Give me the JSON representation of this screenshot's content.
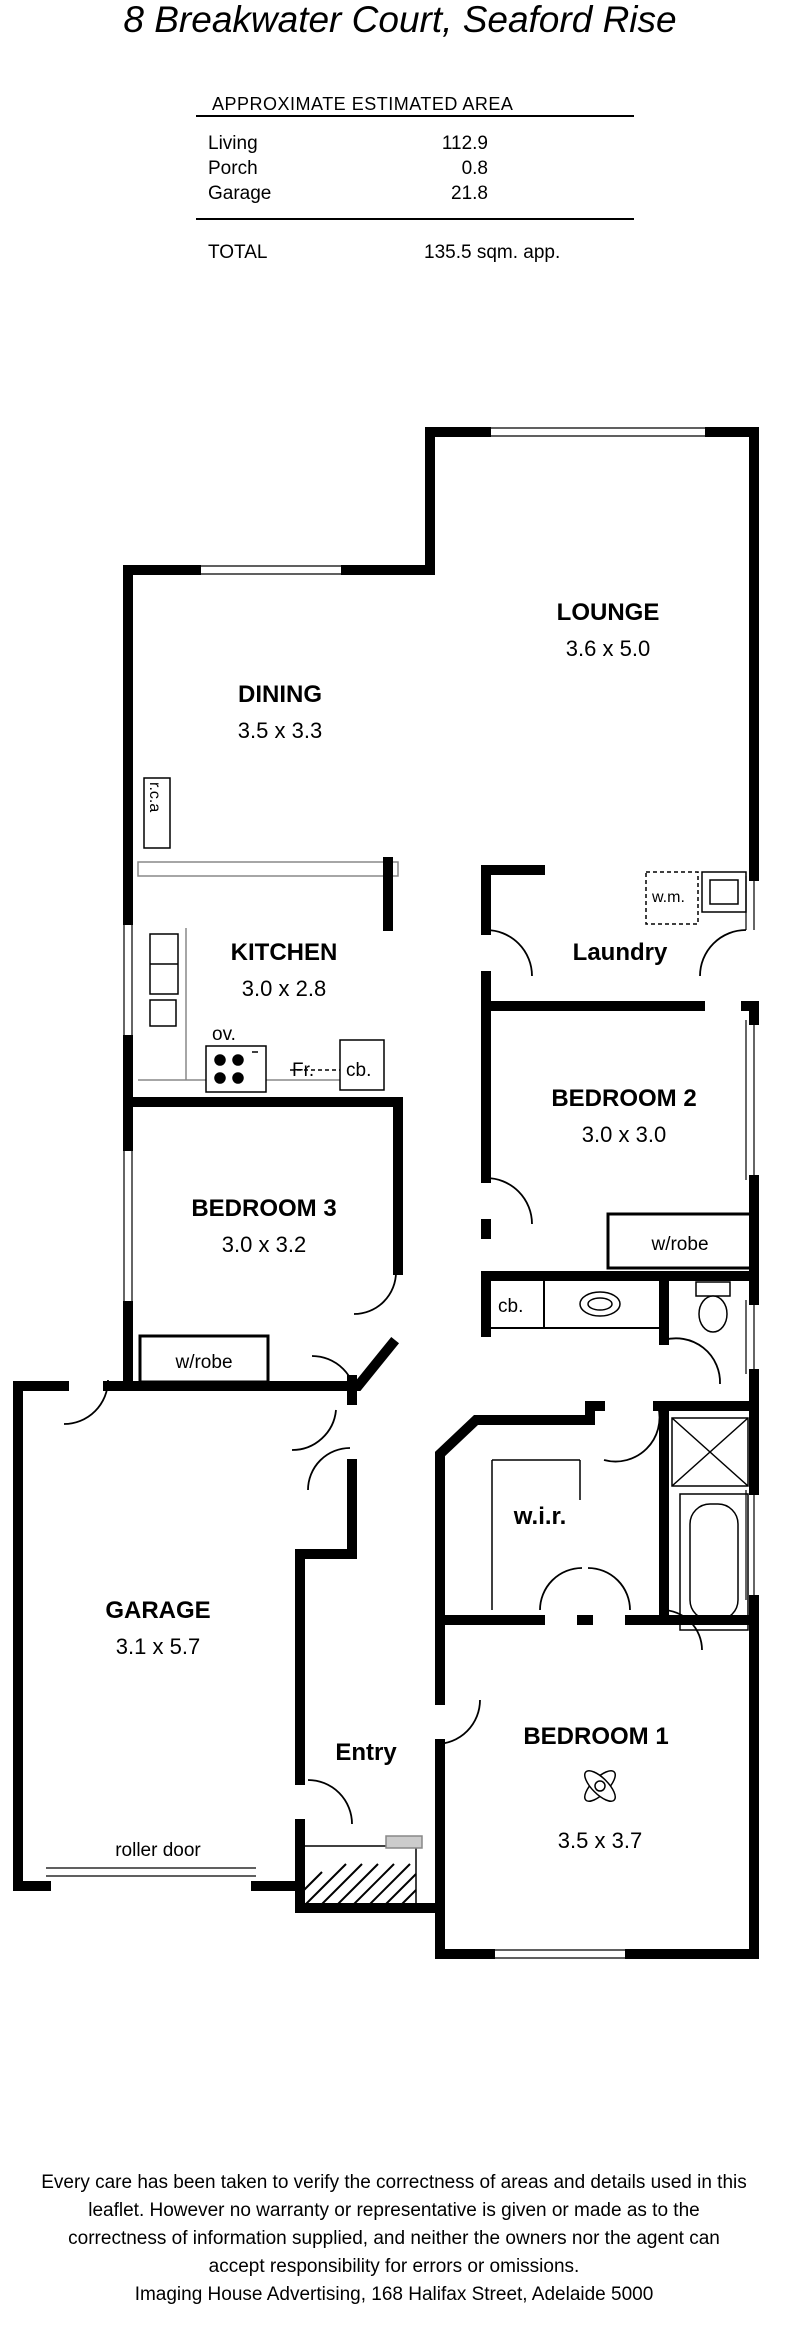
{
  "title": "8 Breakwater Court, Seaford Rise",
  "area_table": {
    "heading": "APPROXIMATE ESTIMATED AREA",
    "rows": [
      {
        "label": "Living",
        "value": "112.9"
      },
      {
        "label": "Porch",
        "value": "0.8"
      },
      {
        "label": "Garage",
        "value": "21.8"
      }
    ],
    "total_label": "TOTAL",
    "total_value": "135.5 sqm. app."
  },
  "rooms": {
    "lounge": {
      "name": "LOUNGE",
      "size": "3.6 x 5.0"
    },
    "dining": {
      "name": "DINING",
      "size": "3.5 x 3.3"
    },
    "kitchen": {
      "name": "KITCHEN",
      "size": "3.0 x 2.8"
    },
    "laundry": {
      "name": "Laundry"
    },
    "bedroom2": {
      "name": "BEDROOM 2",
      "size": "3.0 x 3.0"
    },
    "bedroom3": {
      "name": "BEDROOM 3",
      "size": "3.0 x 3.2"
    },
    "garage": {
      "name": "GARAGE",
      "size": "3.1 x 5.7"
    },
    "entry": {
      "name": "Entry"
    },
    "bedroom1": {
      "name": "BEDROOM 1",
      "size": "3.5 x 3.7"
    },
    "wir": {
      "name": "w.i.r."
    }
  },
  "labels": {
    "rca": "r.c.a",
    "wm": "w.m.",
    "ov": "ov.",
    "fr": "Fr.",
    "cb_kitchen": "cb.",
    "cb_bath": "cb.",
    "wrobe_b2": "w/robe",
    "wrobe_b3": "w/robe",
    "roller_door": "roller door"
  },
  "disclaimer": [
    "Every care has been taken to verify the correctness of areas and details used in this",
    "leaflet.  However no warranty or representative is given or made as to the",
    "correctness of information supplied, and neither the owners nor the agent can",
    "accept responsibility for errors or omissions.",
    "Imaging House Advertising, 168 Halifax Street, Adelaide 5000"
  ]
}
